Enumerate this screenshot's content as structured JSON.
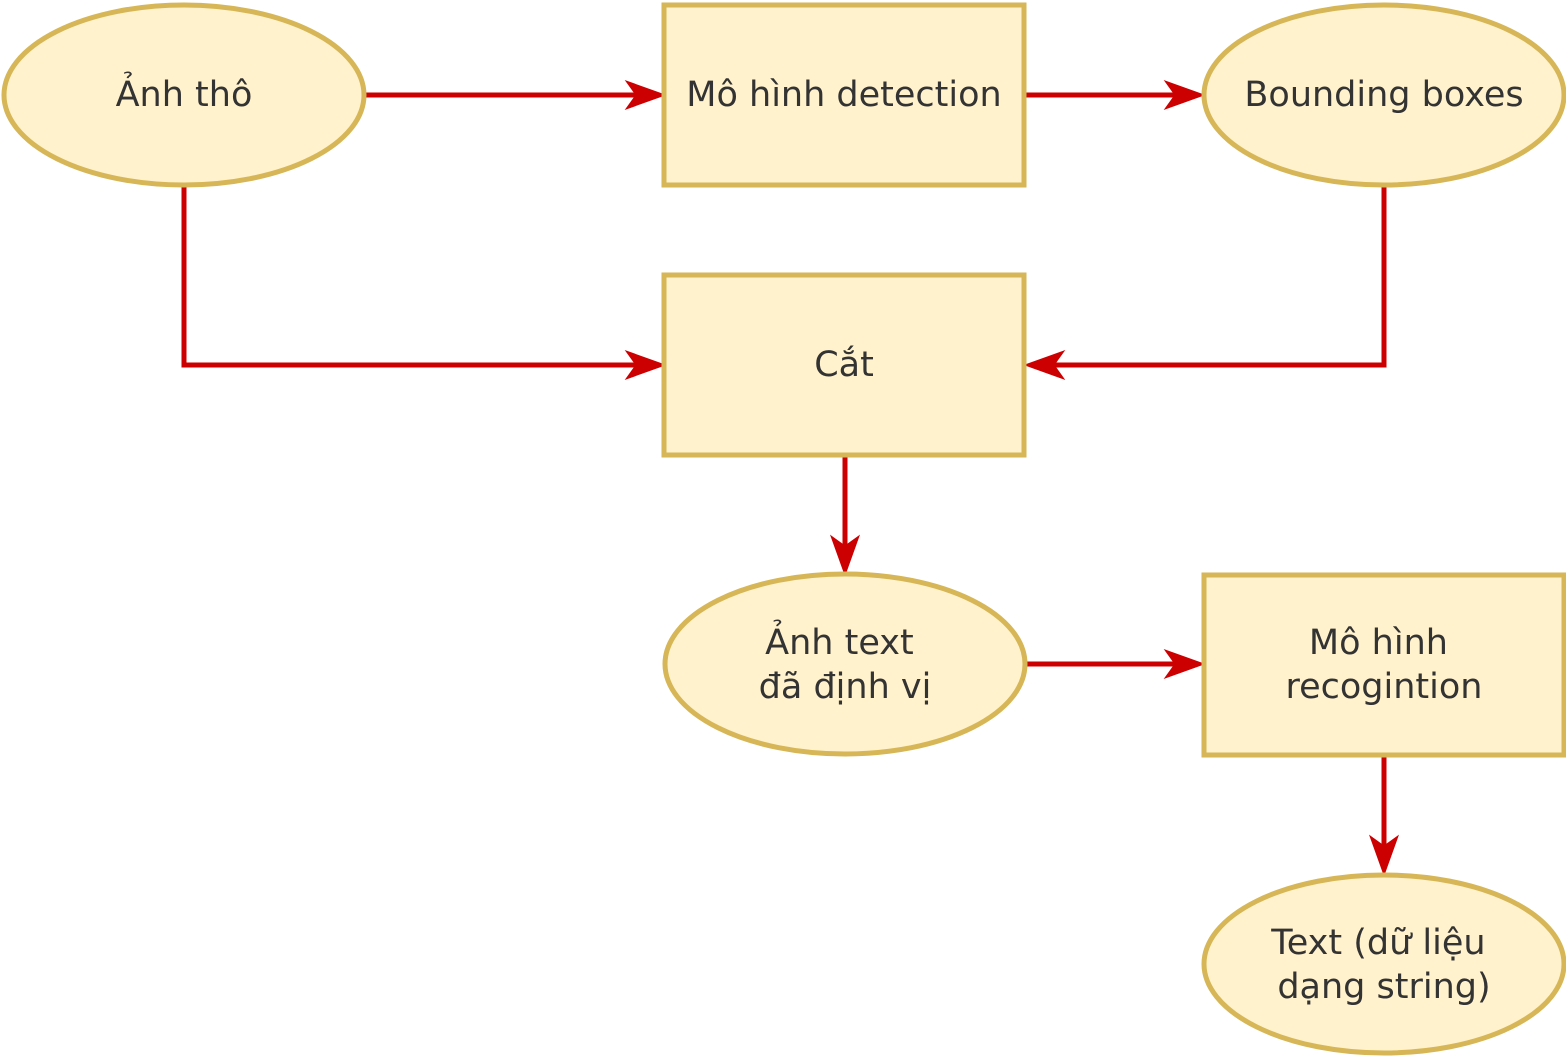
{
  "nodes": {
    "raw_image": {
      "shape": "ellipse",
      "lines": [
        "Ảnh thô"
      ]
    },
    "detection_model": {
      "shape": "rectangle",
      "lines": [
        "Mô hình detection"
      ]
    },
    "bounding_boxes": {
      "shape": "ellipse",
      "lines": [
        "Bounding boxes"
      ]
    },
    "crop": {
      "shape": "rectangle",
      "lines": [
        "Cắt"
      ]
    },
    "located_text_image": {
      "shape": "ellipse",
      "lines": [
        "Ảnh text",
        "đã định vị"
      ]
    },
    "recognition_model": {
      "shape": "rectangle",
      "lines": [
        "Mô hình",
        "recogintion"
      ]
    },
    "output_text": {
      "shape": "ellipse",
      "lines": [
        "Text (dữ liệu",
        "dạng string)"
      ]
    }
  },
  "edges": [
    {
      "from": "raw_image",
      "to": "detection_model"
    },
    {
      "from": "detection_model",
      "to": "bounding_boxes"
    },
    {
      "from": "raw_image",
      "to": "crop"
    },
    {
      "from": "bounding_boxes",
      "to": "crop"
    },
    {
      "from": "crop",
      "to": "located_text_image"
    },
    {
      "from": "located_text_image",
      "to": "recognition_model"
    },
    {
      "from": "recognition_model",
      "to": "output_text"
    }
  ],
  "colors": {
    "node_fill": "#fff2cc",
    "node_stroke": "#d6b656",
    "edge": "#cc0000",
    "text": "#333333",
    "background": "#ffffff"
  }
}
